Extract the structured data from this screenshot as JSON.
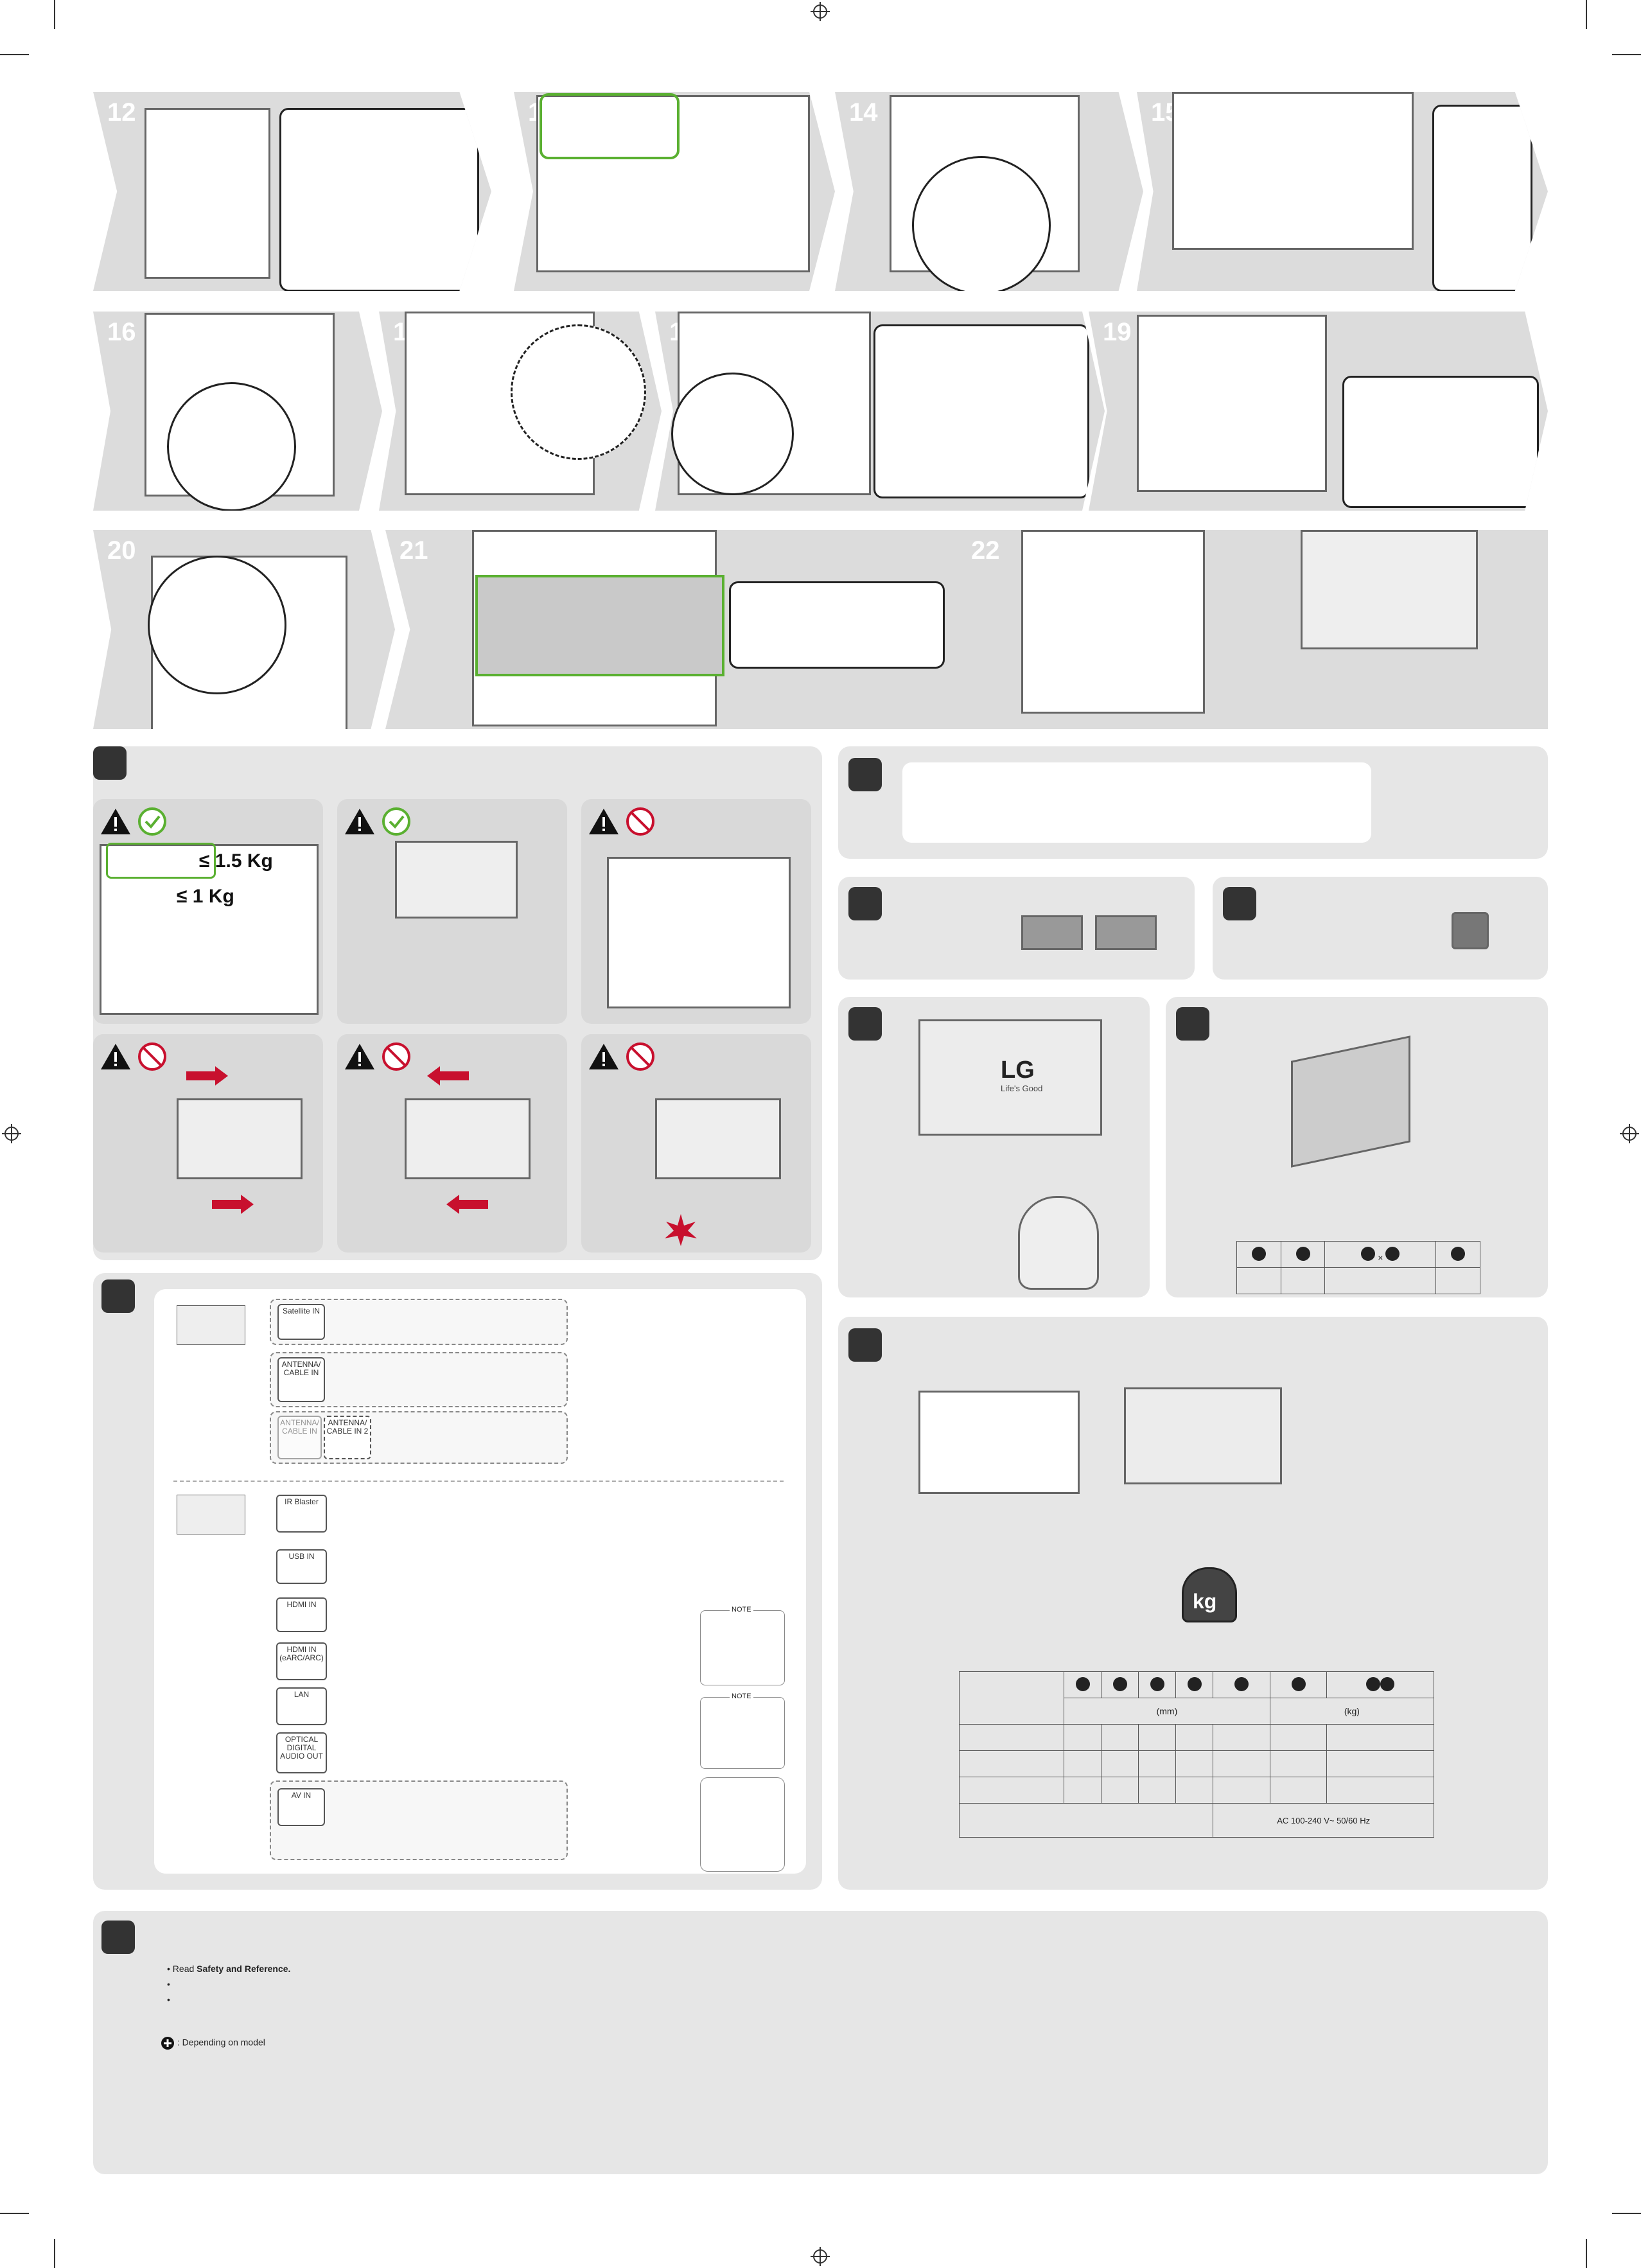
{
  "steps_row1": [
    "12",
    "13",
    "14",
    "15"
  ],
  "steps_row2": [
    "16",
    "17",
    "18",
    "19"
  ],
  "steps_row3": [
    "20",
    "21",
    "22"
  ],
  "weight_limits": {
    "top": "≤ 1.5 Kg",
    "bottom": "≤ 1 Kg"
  },
  "ports_antenna": [
    "Satellite IN",
    "ANTENNA/ CABLE IN",
    "ANTENNA/ CABLE IN",
    "ANTENNA/ CABLE IN 2"
  ],
  "ports_devices": [
    "IR Blaster",
    "USB IN",
    "HDMI IN",
    "HDMI IN (eARC/ARC)",
    "LAN",
    "OPTICAL DIGITAL AUDIO OUT",
    "AV IN"
  ],
  "note_title": "NOTE",
  "dimension_units": {
    "mm": "(mm)",
    "kg": "(kg)"
  },
  "power_spec": "AC 100-240 V~ 50/60 Hz",
  "logo": {
    "brand": "LG",
    "tagline": "Life's Good"
  },
  "scale_label": "kg",
  "bullets": [
    {
      "prefix": "• Read ",
      "bold": "Safety and Reference.",
      "suffix": ""
    },
    {
      "prefix": "•",
      "bold": "",
      "suffix": ""
    },
    {
      "prefix": "•",
      "bold": "",
      "suffix": ""
    }
  ],
  "depending_on_model": ": Depending on model",
  "colors": {
    "accent_green": "#5ab031",
    "warning_red": "#c8102e",
    "panel_gray": "#e6e6e6"
  }
}
